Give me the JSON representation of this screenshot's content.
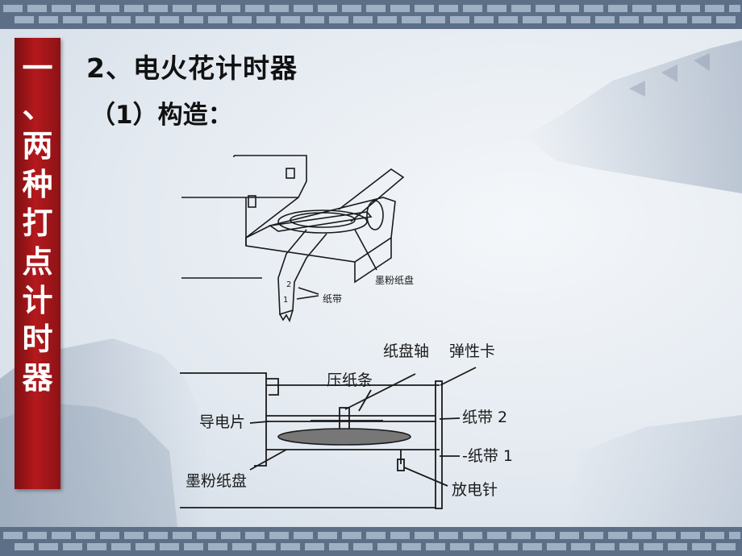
{
  "sidebar": {
    "chars": [
      "一",
      "、",
      "两",
      "种",
      "打",
      "点",
      "计",
      "时",
      "器"
    ]
  },
  "heading": {
    "title": "2、电火花计时器",
    "subtitle": "（1）构造："
  },
  "figure1": {
    "label_tray": "墨粉纸盘",
    "label_tape": "纸带",
    "mark_2": "2",
    "mark_1": "1"
  },
  "figure2": {
    "label_axis": "纸盘轴",
    "label_clip": "弹性卡",
    "label_press": "压纸条",
    "label_plate": "导电片",
    "label_tape2": "纸带 2",
    "label_tape1": "-纸带 1",
    "label_tray": "墨粉纸盘",
    "label_needle": "放电针"
  },
  "colors": {
    "sidebar": "#b4191d",
    "border": "#5d6f86"
  }
}
